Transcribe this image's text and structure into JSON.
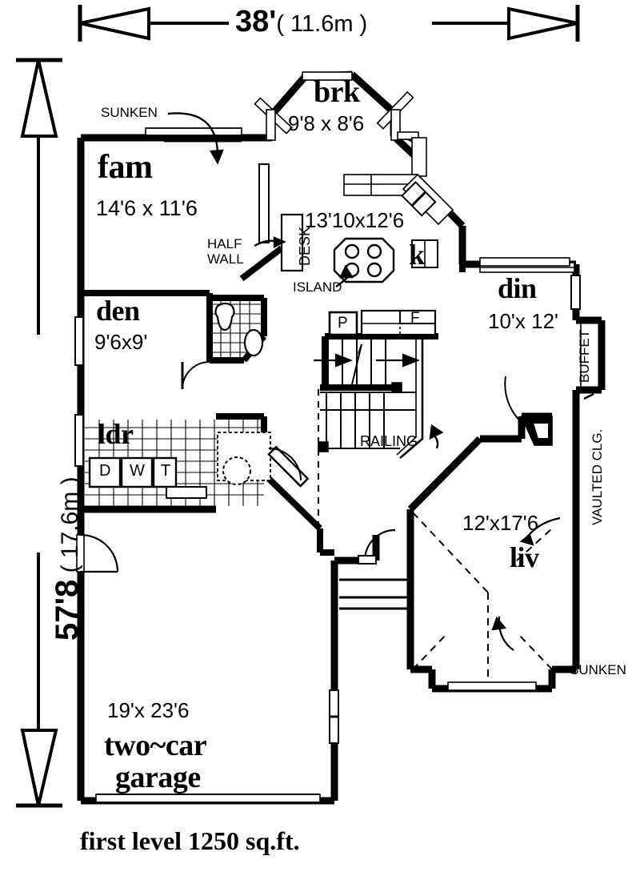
{
  "document": {
    "type": "architectural-floor-plan",
    "caption": "first level 1250 sq.ft."
  },
  "dimensions": {
    "width_label": "38'",
    "width_metric": "( 11.6m )",
    "height_label_feet": "57'8",
    "height_metric": "( 17.6m )"
  },
  "rooms": [
    {
      "key": "fam",
      "name": "fam",
      "dim": "14'6 x 11'6"
    },
    {
      "key": "brk",
      "name": "brk",
      "dim": "9'8 x 8'6"
    },
    {
      "key": "kitchen",
      "name": "k",
      "dim": "13'10x12'6"
    },
    {
      "key": "den",
      "name": "den",
      "dim": "9'6x9'"
    },
    {
      "key": "ldr",
      "name": "ldr",
      "dim": ""
    },
    {
      "key": "din",
      "name": "din",
      "dim": "10'x 12'"
    },
    {
      "key": "liv",
      "name": "liv",
      "dim": "12'x17'6"
    },
    {
      "key": "garage",
      "name": "two~car garage",
      "dim": "19'x 23'6"
    }
  ],
  "labels": {
    "fam_name": "fam",
    "fam_dim": "14'6 x 11'6",
    "brk_name": "brk",
    "brk_dim": "9'8 x 8'6",
    "kitchen_dim": "13'10x12'6",
    "kitchen_name": "k",
    "den_name": "den",
    "den_dim": "9'6x9'",
    "ldr_name": "ldr",
    "din_name": "din",
    "din_dim": "10'x 12'",
    "liv_name": "liv",
    "liv_dim": "12'x17'6",
    "garage_dim": "19'x 23'6",
    "garage_line1": "two~car",
    "garage_line2": "garage"
  },
  "annotations": {
    "sunken_top": "SUNKEN",
    "sunken_bottom": "SUNKEN",
    "half_wall_line1": "HALF",
    "half_wall_line2": "WALL",
    "desk": "DESK",
    "island": "ISLAND",
    "railing": "RAILING",
    "buffet": "BUFFET",
    "vaulted": "VAULTED CLG."
  },
  "appliances": {
    "dryer": "D",
    "washer": "W",
    "tub": "T",
    "pantry": "P",
    "fridge": "F"
  },
  "colors": {
    "ink": "#000000",
    "paper": "#ffffff",
    "wall": "#000000",
    "thin_line": "#000000"
  }
}
